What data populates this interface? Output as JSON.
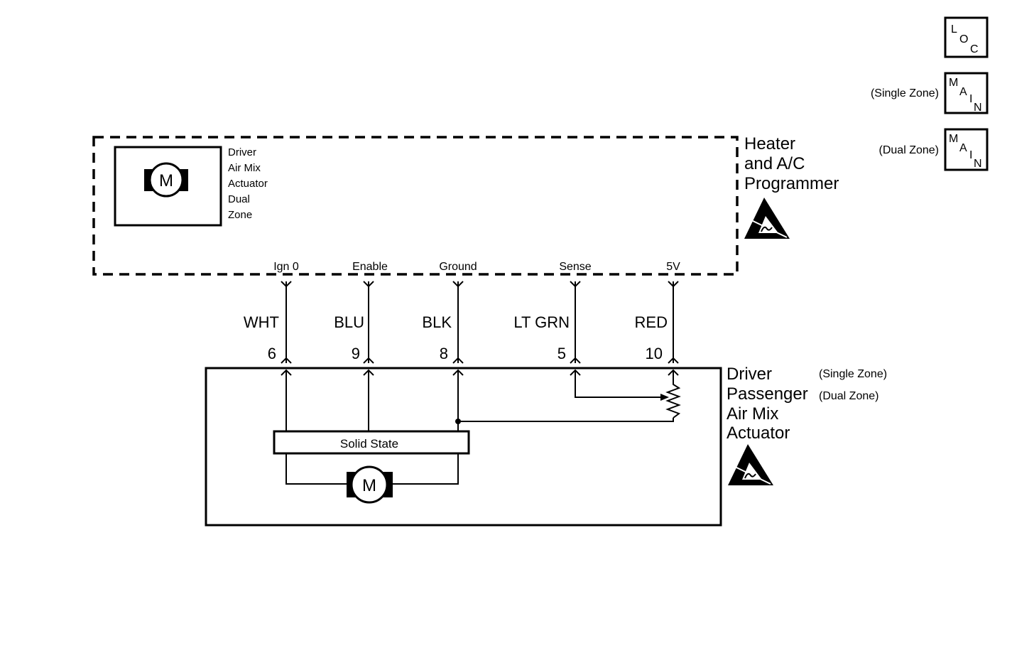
{
  "locator_boxes": {
    "loc": {
      "l1": "L",
      "l2": "O",
      "l3": "C"
    },
    "main_single": {
      "caption": "(Single Zone)",
      "l1": "M",
      "l2": "A",
      "l3": "I",
      "l4": "N"
    },
    "main_dual": {
      "caption": "(Dual Zone)",
      "l1": "M",
      "l2": "A",
      "l3": "I",
      "l4": "N"
    }
  },
  "programmer": {
    "title_lines": [
      "Heater",
      "and A/C",
      "Programmer"
    ],
    "inner_motor_label": "M",
    "inner_actuator_lines": [
      "Driver",
      "Air Mix",
      "Actuator",
      "Dual",
      "Zone"
    ],
    "esd_symbol": "esd-warning-icon"
  },
  "circuits": [
    {
      "signal": "Ign 0",
      "color": "WHT",
      "pin": "6"
    },
    {
      "signal": "Enable",
      "color": "BLU",
      "pin": "9"
    },
    {
      "signal": "Ground",
      "color": "BLK",
      "pin": "8"
    },
    {
      "signal": "Sense",
      "color": "LT GRN",
      "pin": "5"
    },
    {
      "signal": "5V",
      "color": "RED",
      "pin": "10"
    }
  ],
  "actuator": {
    "title_lines": [
      "Driver",
      "Passenger",
      "Air Mix",
      "Actuator"
    ],
    "zone_single": "(Single Zone)",
    "zone_dual": "(Dual Zone)",
    "solid_state_label": "Solid State",
    "motor_label": "M",
    "esd_symbol": "esd-warning-icon"
  }
}
